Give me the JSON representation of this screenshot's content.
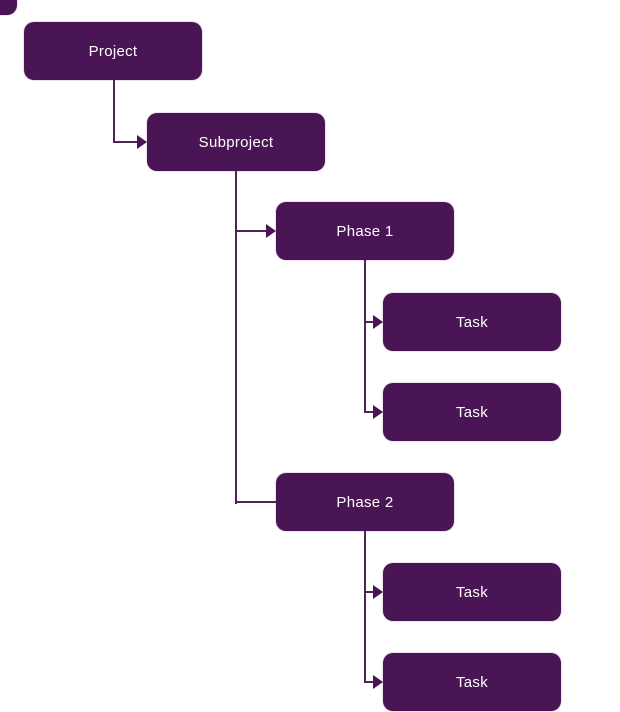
{
  "diagram": {
    "type": "flowchart",
    "orientation": "top-down-staircase",
    "nodes": [
      {
        "id": "project",
        "label": "Project",
        "level": 0
      },
      {
        "id": "subproject",
        "label": "Subproject",
        "level": 1
      },
      {
        "id": "phase-1",
        "label": "Phase 1",
        "level": 2
      },
      {
        "id": "task-1",
        "label": "Task",
        "level": 3
      },
      {
        "id": "task-2",
        "label": "Task",
        "level": 3
      },
      {
        "id": "phase-2",
        "label": "Phase 2",
        "level": 2
      },
      {
        "id": "task-3",
        "label": "Task",
        "level": 3
      },
      {
        "id": "task-4",
        "label": "Task",
        "level": 3
      }
    ],
    "edges": [
      {
        "from": "project",
        "to": "subproject",
        "arrowhead": true
      },
      {
        "from": "subproject",
        "to": "phase-1",
        "arrowhead": true
      },
      {
        "from": "phase-1",
        "to": "task-1",
        "arrowhead": true
      },
      {
        "from": "phase-1",
        "to": "task-2",
        "arrowhead": true
      },
      {
        "from": "subproject",
        "to": "phase-2",
        "arrowhead": false
      },
      {
        "from": "phase-2",
        "to": "task-3",
        "arrowhead": true
      },
      {
        "from": "phase-2",
        "to": "task-4",
        "arrowhead": true
      }
    ],
    "colors": {
      "node_fill": "#4A1555",
      "node_text": "#FFFFFF",
      "connector": "#54215A",
      "background": "#FFFFFF"
    }
  }
}
